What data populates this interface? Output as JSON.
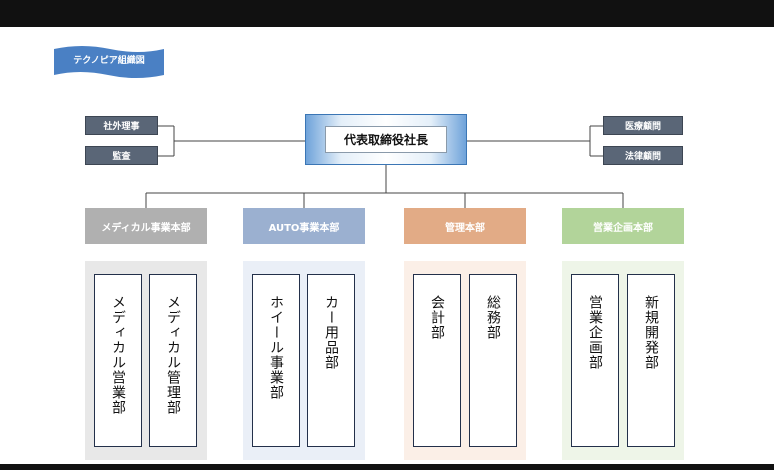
{
  "header": {
    "title": "テクノピア組織図"
  },
  "top": {
    "ceo": "代表取締役社長",
    "left": [
      "社外理事",
      "監査"
    ],
    "right": [
      "医療顧問",
      "法律顧問"
    ]
  },
  "divisions": [
    {
      "name": "メディカル事業本部",
      "color": "#b0b0b0",
      "panel": "#e8e8e8",
      "departments": [
        "メディカル営業部",
        "メディカル管理部"
      ]
    },
    {
      "name": "AUTO事業本部",
      "color": "#9bb0d0",
      "panel": "#eaeff7",
      "departments": [
        "ホイール事業部",
        "カー用品部"
      ]
    },
    {
      "name": "管理本部",
      "color": "#e2ab86",
      "panel": "#fbefe7",
      "departments": [
        "会計部",
        "総務部"
      ]
    },
    {
      "name": "営業企画本部",
      "color": "#b2d49a",
      "panel": "#eef5e8",
      "departments": [
        "営業企画部",
        "新規開発部"
      ]
    }
  ]
}
